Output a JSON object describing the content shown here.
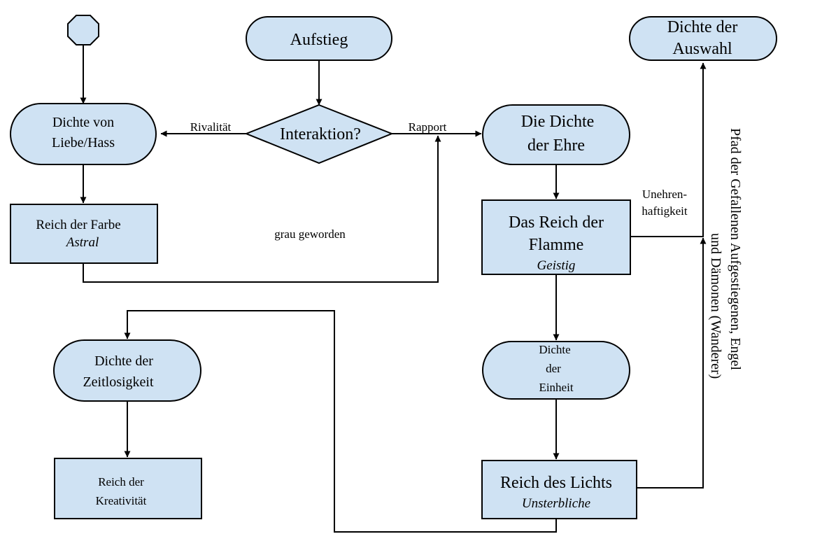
{
  "nodes": {
    "aufstieg": "Aufstieg",
    "interaktion": "Interaktion?",
    "liebe_hass": [
      "Dichte von",
      "Liebe/Hass"
    ],
    "reich_farbe": {
      "title": "Reich der Farbe",
      "sub": "Astral"
    },
    "dichte_ehre": [
      "Die Dichte",
      "der Ehre"
    ],
    "reich_flamme": {
      "title": [
        "Das Reich der",
        "Flamme"
      ],
      "sub": "Geistig"
    },
    "dichte_auswahl": [
      "Dichte der",
      "Auswahl"
    ],
    "dichte_einheit": [
      "Dichte",
      "der",
      "Einheit"
    ],
    "reich_lichts": {
      "title": "Reich des Lichts",
      "sub": "Unsterbliche"
    },
    "dichte_zeitlosigkeit": [
      "Dichte der",
      "Zeitlosigkeit"
    ],
    "reich_kreativitaet": [
      "Reich der",
      "Kreativität"
    ]
  },
  "edge_labels": {
    "rivalitaet": "Rivalität",
    "rapport": "Rapport",
    "grau_geworden": "grau geworden",
    "unehrenhaftigkeit": [
      "Unehren-",
      "haftigkeit"
    ],
    "pfad": [
      "Pfad der Gefallenen Aufgestiegenen, Engel",
      "und Dämonen (Wanderer)"
    ]
  }
}
